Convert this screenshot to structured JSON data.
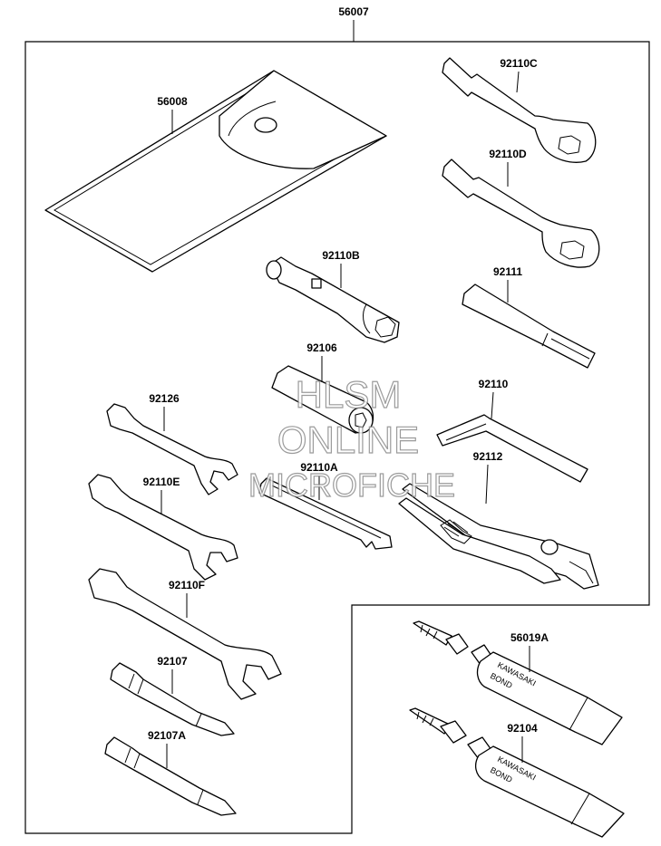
{
  "assembly_label": "56007",
  "parts": [
    {
      "id": "56008",
      "label": "56008"
    },
    {
      "id": "92110C",
      "label": "92110C"
    },
    {
      "id": "92110D",
      "label": "92110D"
    },
    {
      "id": "92110B",
      "label": "92110B"
    },
    {
      "id": "92111",
      "label": "92111"
    },
    {
      "id": "92106",
      "label": "92106"
    },
    {
      "id": "92110",
      "label": "92110"
    },
    {
      "id": "92126",
      "label": "92126"
    },
    {
      "id": "92112",
      "label": "92112"
    },
    {
      "id": "92110A",
      "label": "92110A"
    },
    {
      "id": "92110E",
      "label": "92110E"
    },
    {
      "id": "92110F",
      "label": "92110F"
    },
    {
      "id": "92107",
      "label": "92107"
    },
    {
      "id": "92107A",
      "label": "92107A"
    },
    {
      "id": "56019A",
      "label": "56019A"
    },
    {
      "id": "92104",
      "label": "92104"
    }
  ],
  "tube_print": [
    "KAWASAKI",
    "BOND"
  ],
  "watermark": [
    "HLSM",
    "ONLINE",
    "MICROFICHE"
  ]
}
